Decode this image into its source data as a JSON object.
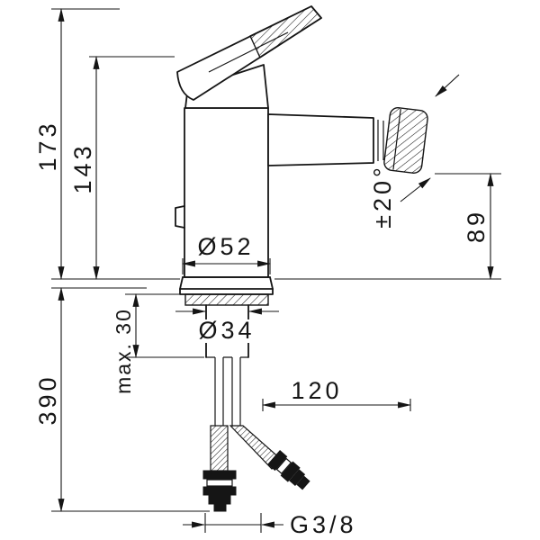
{
  "drawing": {
    "background": "#ffffff",
    "line_color": "#151515",
    "labels": {
      "overall_height": "173",
      "height_to_lever": "143",
      "hose_length": "390",
      "max_mounting_thickness": "max. 30",
      "base_diameter": "Ø52",
      "shaft_diameter": "Ø34",
      "spout_height": "89",
      "swivel_angle": "±20°",
      "spout_reach": "120",
      "connection_thread": "G3/8"
    }
  }
}
